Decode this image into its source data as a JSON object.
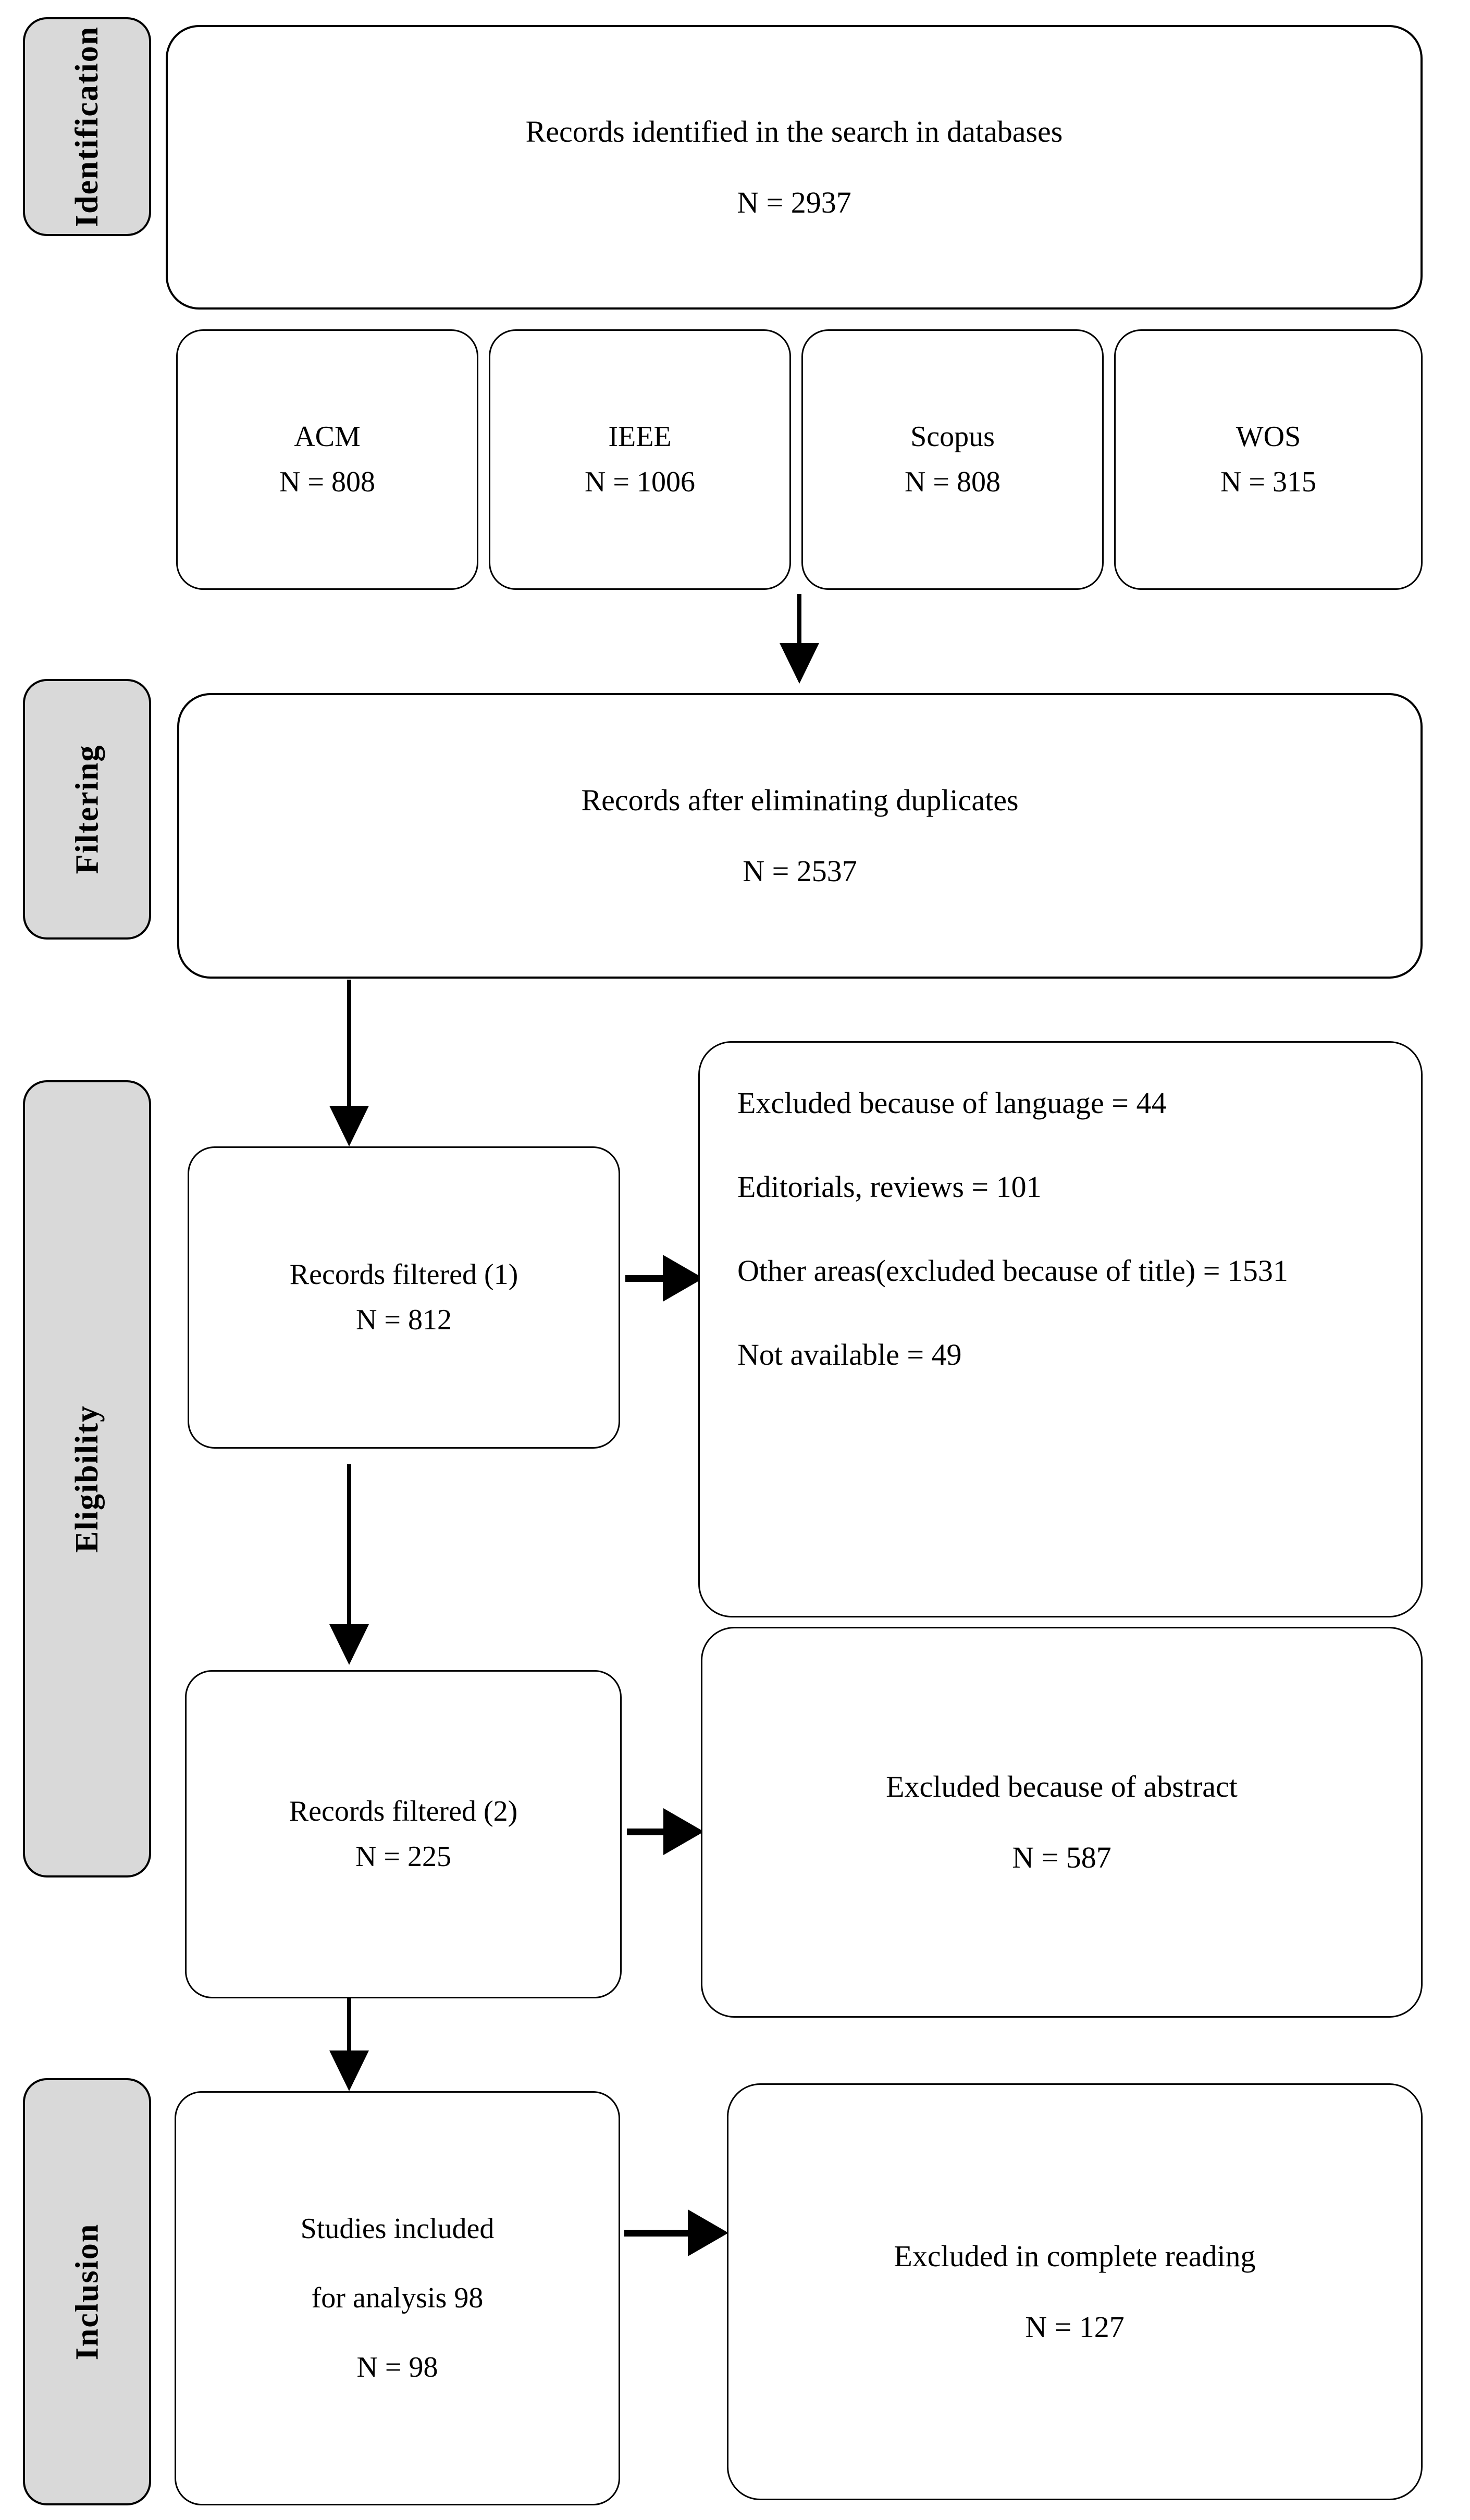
{
  "diagram": {
    "title": "PRISMA study selection flow diagram",
    "type": "flowchart",
    "colors": {
      "stage_label_fill": "#d9d9d9",
      "node_fill": "#ffffff",
      "stroke": "#000000"
    }
  },
  "stages": [
    {
      "id": "identification",
      "label": "Identification"
    },
    {
      "id": "filtering",
      "label": "Filtering"
    },
    {
      "id": "eligibility",
      "label": "Eligibility"
    },
    {
      "id": "inclusion",
      "label": "Inclusion"
    }
  ],
  "nodes": {
    "records_identified": {
      "title": "Records identified in the search in databases",
      "count_label": "N = 2937"
    },
    "databases": [
      {
        "name": "ACM",
        "count_label": "N = 808"
      },
      {
        "name": "IEEE",
        "count_label": "N = 1006"
      },
      {
        "name": "Scopus",
        "count_label": "N = 808"
      },
      {
        "name": "WOS",
        "count_label": "N = 315"
      }
    ],
    "after_duplicates": {
      "title": "Records after eliminating duplicates",
      "count_label": "N = 2537"
    },
    "filtered_1": {
      "title": "Records filtered (1)",
      "count_label": "N = 812"
    },
    "excluded_eligibility": {
      "items": [
        "Excluded because of language = 44",
        "Editorials, reviews = 101",
        "Other areas(excluded because of title) = 1531",
        "Not available =    49"
      ]
    },
    "filtered_2": {
      "title": "Records filtered (2)",
      "count_label": "N = 225"
    },
    "excluded_abstract": {
      "title": "Excluded because of abstract",
      "count_label": "N = 587"
    },
    "studies_included": {
      "line1": "Studies included",
      "line2": "for analysis 98",
      "count_label": "N = 98"
    },
    "excluded_full_reading": {
      "title": "Excluded in complete reading",
      "count_label": "N = 127"
    }
  },
  "chart_data": {
    "type": "diagram",
    "title": "PRISMA study selection flow",
    "stages": [
      "Identification",
      "Filtering",
      "Eligibility",
      "Inclusion"
    ],
    "steps": [
      {
        "stage": "Identification",
        "label": "Records identified in the search in databases",
        "n": 2937
      },
      {
        "stage": "Identification",
        "label": "ACM",
        "n": 808
      },
      {
        "stage": "Identification",
        "label": "IEEE",
        "n": 1006
      },
      {
        "stage": "Identification",
        "label": "Scopus",
        "n": 808
      },
      {
        "stage": "Identification",
        "label": "WOS",
        "n": 315
      },
      {
        "stage": "Filtering",
        "label": "Records after eliminating duplicates",
        "n": 2537
      },
      {
        "stage": "Eligibility",
        "label": "Records filtered (1)",
        "n": 812
      },
      {
        "stage": "Eligibility",
        "label": "Excluded because of language",
        "n": 44
      },
      {
        "stage": "Eligibility",
        "label": "Editorials, reviews",
        "n": 101
      },
      {
        "stage": "Eligibility",
        "label": "Other areas(excluded because of title)",
        "n": 1531
      },
      {
        "stage": "Eligibility",
        "label": "Not available",
        "n": 49
      },
      {
        "stage": "Eligibility",
        "label": "Records filtered (2)",
        "n": 225
      },
      {
        "stage": "Eligibility",
        "label": "Excluded because of abstract",
        "n": 587
      },
      {
        "stage": "Inclusion",
        "label": "Studies included for analysis",
        "n": 98
      },
      {
        "stage": "Inclusion",
        "label": "Excluded in complete reading",
        "n": 127
      }
    ]
  }
}
